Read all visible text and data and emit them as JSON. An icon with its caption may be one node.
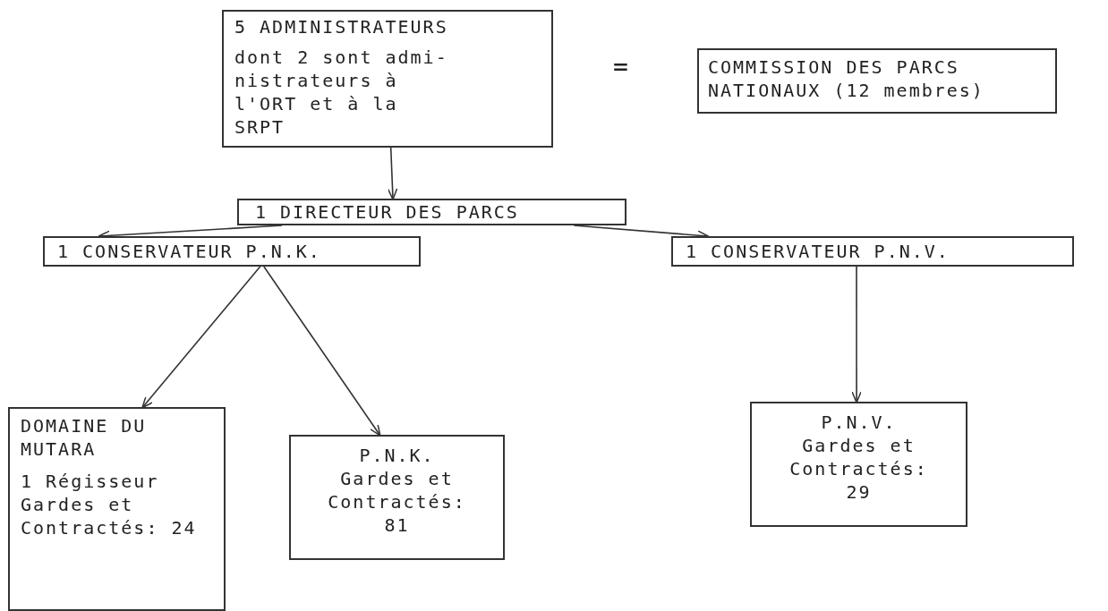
{
  "diagram": {
    "nodes": [
      {
        "text": [
          "5 ADMINISTRATEURS",
          "dont 2 sont admi- nistrateurs à l'ORT et à la SRPT"
        ]
      },
      {
        "text": [
          "COMMISSION DES PARCS NATIONAUX (12 membres)"
        ]
      },
      {
        "text": [
          "1 DIRECTEUR DES PARCS"
        ]
      },
      {
        "text": [
          "1 CONSERVATEUR P.N.K."
        ]
      },
      {
        "text": [
          "1 CONSERVATEUR P.N.V."
        ]
      },
      {
        "text": [
          "DOMAINE DU MUTARA",
          "1 Régisseur Gardes et Contractés: 24"
        ]
      },
      {
        "text": [
          "P.N.K.",
          "Gardes et Contractés: 81"
        ]
      },
      {
        "text": [
          "P.N.V.",
          "Gardes et Contractés: 29"
        ]
      }
    ],
    "edges": [
      {
        "from": 0,
        "to": 2,
        "arrow": "to"
      },
      {
        "from": 2,
        "to": 3,
        "arrow": "to"
      },
      {
        "from": 2,
        "to": 4,
        "arrow": "to"
      },
      {
        "from": 3,
        "to": 5,
        "arrow": "to"
      },
      {
        "from": 3,
        "to": 6,
        "arrow": "to"
      },
      {
        "from": 4,
        "to": 7,
        "arrow": "to"
      }
    ],
    "labels": [
      "="
    ]
  }
}
